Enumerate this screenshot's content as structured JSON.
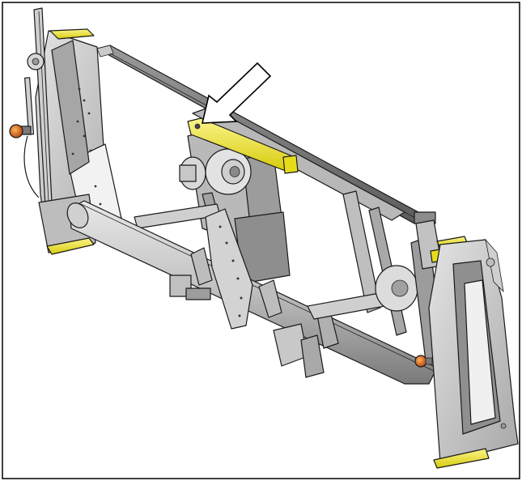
{
  "figure": {
    "caption": "",
    "colors": {
      "frame_border": "#000000",
      "steel_light": "#d9d9d9",
      "steel_mid": "#bdbdbd",
      "steel_dark": "#8c8c8c",
      "steel_shadow": "#6e6e6e",
      "highlight_yellow": "#f2ea1c",
      "lamp_orange": "#e0701a",
      "pointer_fill": "#ffffff",
      "pointer_stroke": "#000000"
    },
    "callouts": [
      {
        "target": "yellow-support-arm",
        "icon": "pointer-arrow"
      }
    ],
    "highlighted_parts": [
      "top-left-yellow-bracket",
      "center-yellow-support-arm",
      "right-yellow-bracket",
      "left-foot-skid",
      "right-foot-skid"
    ]
  }
}
